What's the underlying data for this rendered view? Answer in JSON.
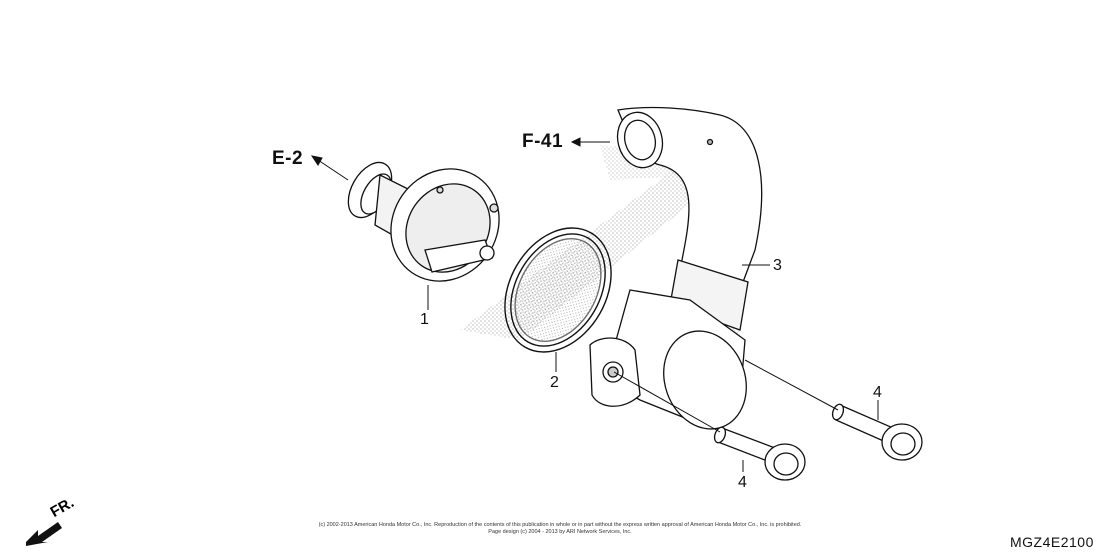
{
  "refs": {
    "e2": "E-2",
    "f41": "F-41"
  },
  "callouts": {
    "p1": "1",
    "p2": "2",
    "p3": "3",
    "p4a": "4",
    "p4b": "4"
  },
  "direction_label": "FR.",
  "copyright": {
    "line1": "(c) 2002-2013 American Honda Motor Co., Inc. Reproduction of the contents of this publication in whole or in part without the express written approval of American Honda Motor Co., Inc. is prohibited.",
    "line2": "Page design (c) 2004 - 2013 by ARI Network Services, Inc."
  },
  "diagram_code": "MGZ4E2100"
}
